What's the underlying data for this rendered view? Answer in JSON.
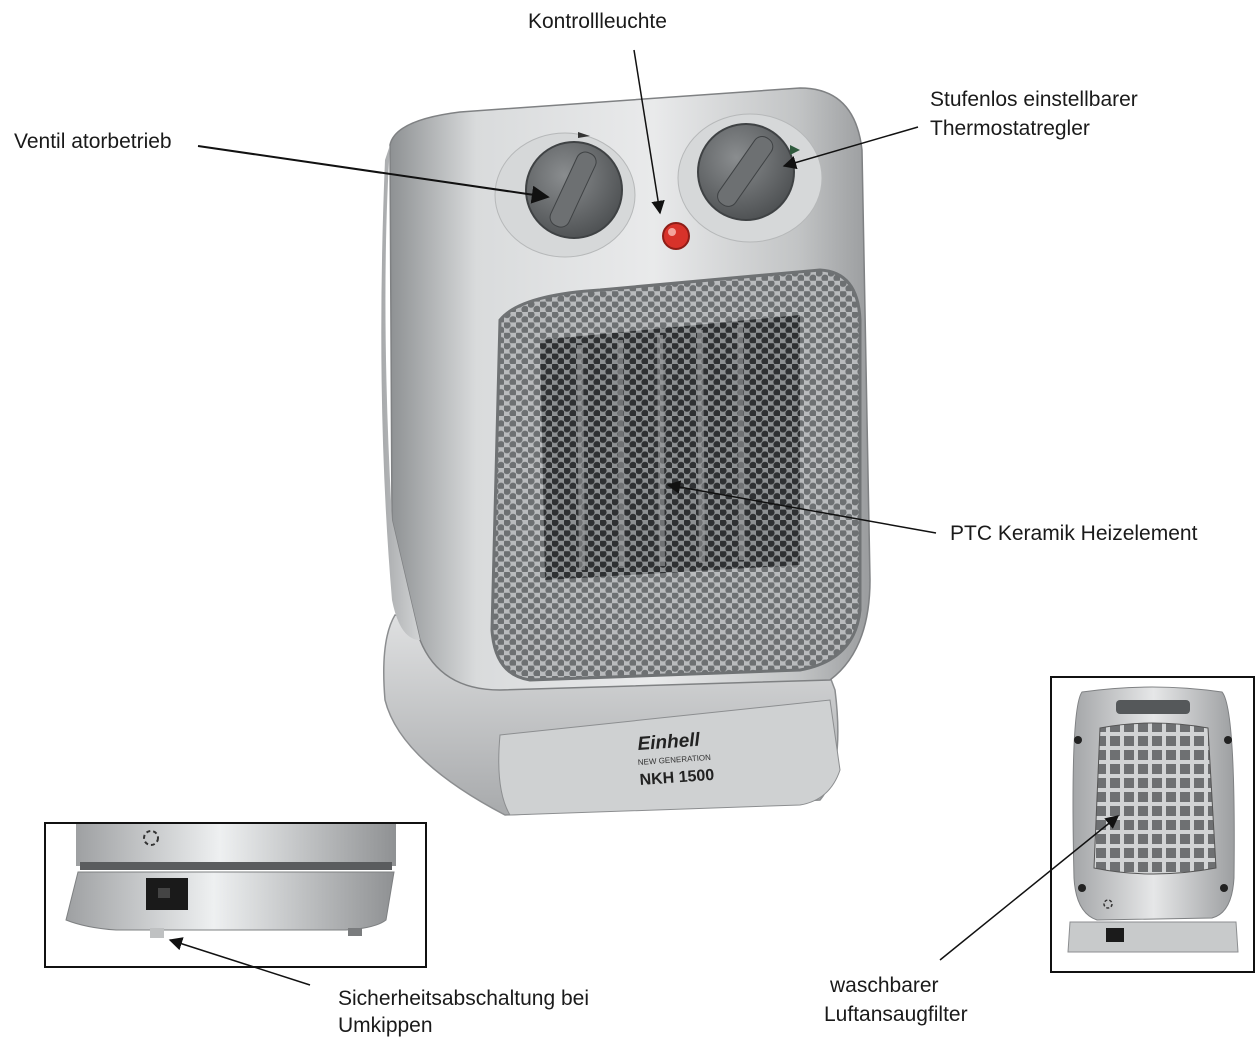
{
  "labels": {
    "kontrollleuchte": "Kontrollleuchte",
    "ventilatorbetrieb": "Ventil atorbetrieb",
    "thermostat_line1": "Stufenlos einstellbarer",
    "thermostat_line2": "Thermostatregler",
    "ptc": "PTC Keramik Heizelement",
    "sicherheit_line1": "Sicherheitsabschaltung bei",
    "sicherheit_line2": "Umkippen",
    "filter_line1": "waschbarer",
    "filter_line2": "Luftansaugfilter"
  },
  "product": {
    "brand": "Einhell",
    "brand_sub": "NEW GENERATION",
    "model": "NKH 1500"
  },
  "colors": {
    "body_silver": "#c9cbcc",
    "knob_grey": "#6b6e70",
    "indicator_red": "#d8322a",
    "grille_dark": "#3a3c3e"
  }
}
